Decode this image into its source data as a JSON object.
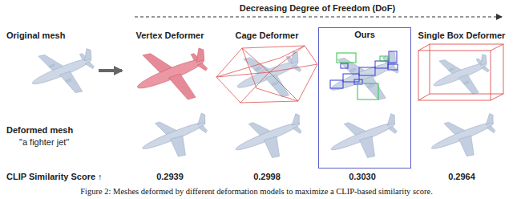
{
  "diagram": {
    "caption": "Figure 2: Meshes deformed by different deformation models to maximize a CLIP-based similarity score.",
    "nodes": [
      {
        "text": [
          "Ours"
        ]
      }
    ],
    "labels": [
      "Decreasing Degree of Freedom (DoF)",
      "Original mesh",
      "Vertex Deformer",
      "Cage Deformer",
      "Single Box Deformer",
      "Deformed mesh",
      "\"a fighter jet\"",
      "CLIP Similarity Score ↑",
      "0.2939",
      "0.2998",
      "0.3030",
      "0.2964"
    ]
  }
}
